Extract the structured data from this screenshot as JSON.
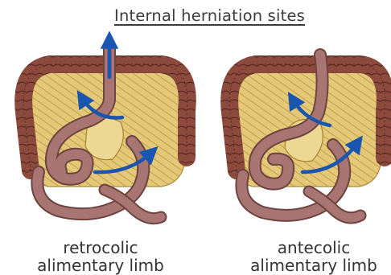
{
  "title": "Internal herniation sites",
  "panels": [
    {
      "caption_line1": "retrocolic",
      "caption_line2": "alimentary limb"
    },
    {
      "caption_line1": "antecolic",
      "caption_line2": "alimentary limb"
    }
  ],
  "colors": {
    "colon": "#8c4a3d",
    "colon_dark": "#5a2a22",
    "mesentery": "#e3c978",
    "mesentery_shade": "#c8a24e",
    "small_bowel": "#a87572",
    "small_bowel_dark": "#6e4440",
    "arrow": "#1a56b0",
    "title_text": "#3c3c3c"
  },
  "icons": [
    "blue-arrow-icon"
  ]
}
